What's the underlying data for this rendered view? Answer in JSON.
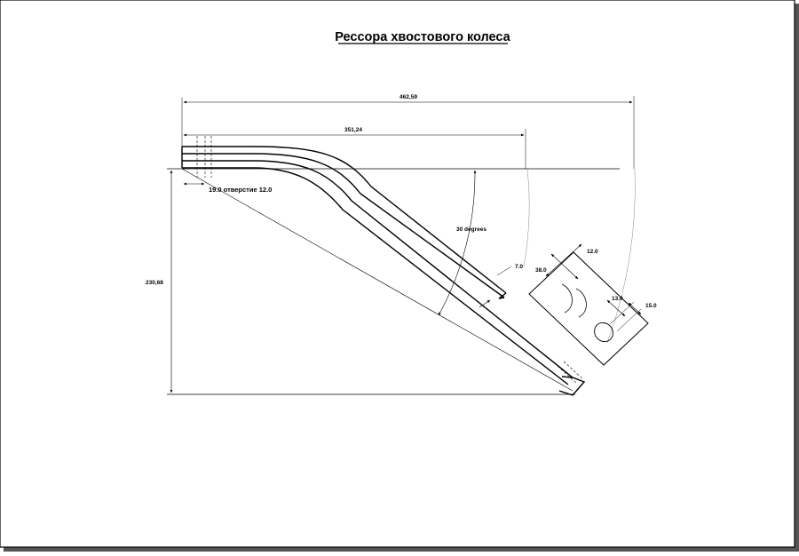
{
  "drawing": {
    "title": "Рессора хвостового колеса",
    "dimensions": {
      "overall_length": "462,59",
      "inner_length": "351,24",
      "height": "230,68",
      "angle": "30 degrees",
      "hole": "19.0 отверстие 12.0",
      "leaf_end": "7.0",
      "section_width": "12.0",
      "section_height": "38.0",
      "clamp_a": "13.0",
      "clamp_b": "15.0"
    }
  }
}
